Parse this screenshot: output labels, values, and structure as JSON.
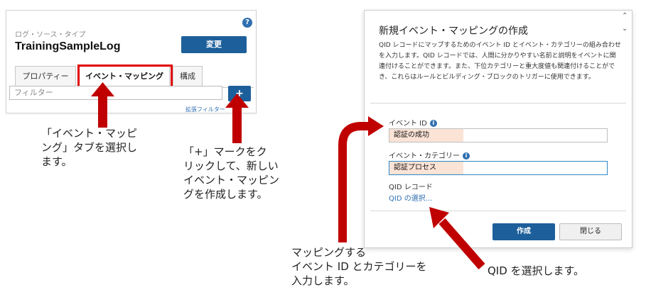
{
  "left_panel": {
    "help": "?",
    "source_type_label": "ログ・ソース・タイプ",
    "source_type_value": "TrainingSampleLog",
    "change_button": "変更",
    "tabs": [
      {
        "label": "プロパティー"
      },
      {
        "label": "イベント・マッピング"
      },
      {
        "label": "構成"
      }
    ],
    "filter_placeholder": "フィルター",
    "add_button": "+",
    "advanced_filter_link": "拡張フィルター"
  },
  "dialog": {
    "title": "新規イベント・マッピングの作成",
    "description": "QID レコードにマップするためのイベント ID とイベント・カテゴリーの組み合わせを入力します。QID レコードでは、人間に分かりやすい名前と説明をイベントに関連付けることができます。また、下位カテゴリーと重大度値も関連付けることができ、これらはルールとビルディング・ブロックのトリガーに使用できます。",
    "event_id_label": "イベント ID",
    "event_id_value": "認証の成功",
    "event_category_label": "イベント・カテゴリー",
    "event_category_value": "認証プロセス",
    "qid_record_label": "QID レコード",
    "qid_select_link": "QID の選択...",
    "create_button": "作成",
    "close_button": "閉じる",
    "info": "i",
    "scroll_up": "⌃",
    "scroll_down": "⌄"
  },
  "annotations": {
    "select_tab": [
      "「イベント・マッピ",
      "ング」タブを選択し",
      "ます。"
    ],
    "click_plus": [
      "「+」マークをク",
      "リックして、新しい",
      "イベント・マッピン",
      "グを作成します。"
    ],
    "enter_id_category": [
      "マッピングする",
      "イベント ID とカテゴリーを",
      "入力します。"
    ],
    "select_qid": [
      "QID を選択します。"
    ]
  },
  "colors": {
    "accent_blue": "#1d5f9a",
    "highlight_red": "#e10000",
    "arrow_red": "#c00000",
    "field_highlight": "#fbe3d6",
    "link_blue": "#2f6fb0"
  }
}
